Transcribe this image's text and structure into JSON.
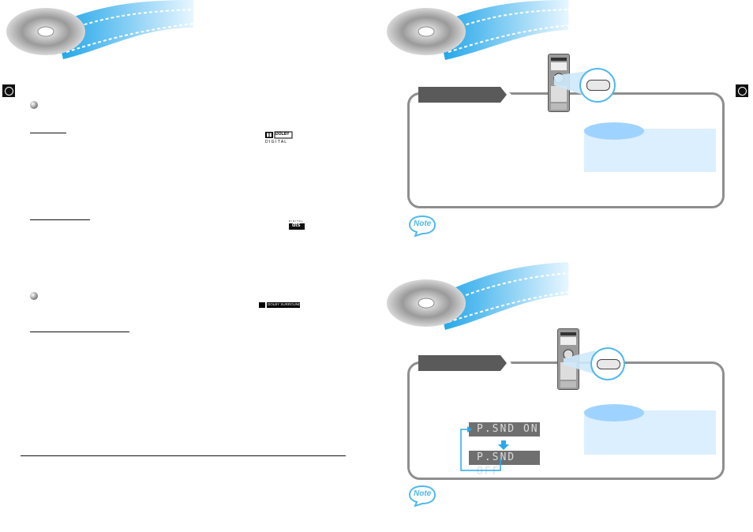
{
  "note_label": "Note",
  "dolby_digital": {
    "mark": "DOLBY",
    "sub": "D I G I T A L"
  },
  "dts": {
    "mark": "DIGITAL",
    "sub": "dts"
  },
  "dolby_surround": {
    "mark": "DOLBY SURROUND"
  },
  "lcd": {
    "on": "P.SND  ON",
    "off": "P.SND  OFF"
  },
  "colors": {
    "accent_blue": "#4fb8ef",
    "panel_gray": "#8e8e8e",
    "tab_dark": "#5a5a5a",
    "lcd_bg": "#6f6f6f"
  }
}
